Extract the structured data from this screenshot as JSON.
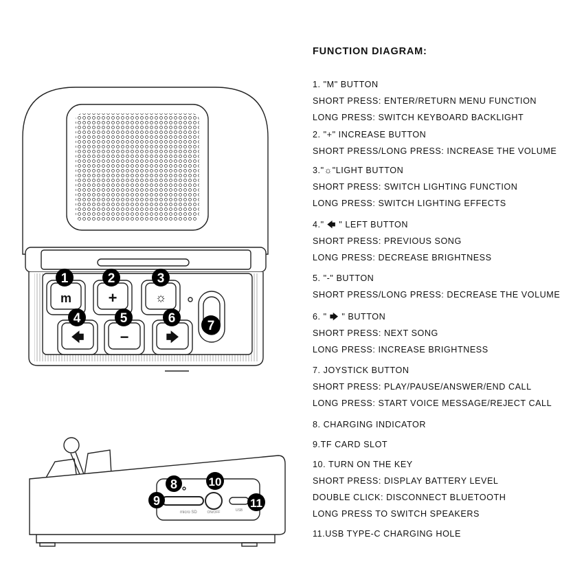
{
  "title": "FUNCTION DIAGRAM:",
  "lines": [
    "1. \"M\" BUTTON",
    "SHORT PRESS: ENTER/RETURN MENU FUNCTION",
    "LONG PRESS: SWITCH KEYBOARD BACKLIGHT",
    "2. \"+\" INCREASE BUTTON",
    "SHORT PRESS/LONG PRESS: INCREASE THE VOLUME",
    "3.\"☼\"LIGHT BUTTON",
    "SHORT PRESS: SWITCH LIGHTING FUNCTION",
    "LONG PRESS: SWITCH LIGHTING EFFECTS",
    "4.\" 🡄 \"  LEFT BUTTON",
    "SHORT PRESS: PREVIOUS SONG",
    "LONG PRESS: DECREASE BRIGHTNESS",
    "5. \"-\" BUTTON",
    "SHORT PRESS/LONG PRESS: DECREASE THE VOLUME",
    "6. \" 🡆 \"    BUTTON",
    "SHORT PRESS: NEXT SONG",
    "LONG PRESS: INCREASE BRIGHTNESS",
    "7. JOYSTICK BUTTON",
    "SHORT PRESS: PLAY/PAUSE/ANSWER/END CALL",
    "LONG PRESS: START VOICE MESSAGE/REJECT CALL",
    "8. CHARGING INDICATOR",
    "9.TF CARD SLOT",
    "10. TURN ON THE KEY",
    "SHORT PRESS: DISPLAY BATTERY LEVEL",
    "DOUBLE CLICK: DISCONNECT BLUETOOTH",
    "LONG PRESS TO SWITCH SPEAKERS",
    "11.USB TYPE-C CHARGING HOLE"
  ],
  "keys": {
    "m": "m",
    "plus": "+",
    "light": "☼",
    "left": "🡄",
    "minus": "−",
    "right": "🡆"
  },
  "badges": [
    "1",
    "2",
    "3",
    "4",
    "5",
    "6",
    "7",
    "8",
    "9",
    "10",
    "11"
  ],
  "side_labels": {
    "sd": "micro SD",
    "power": "ON/OFF",
    "usb": "USB"
  }
}
